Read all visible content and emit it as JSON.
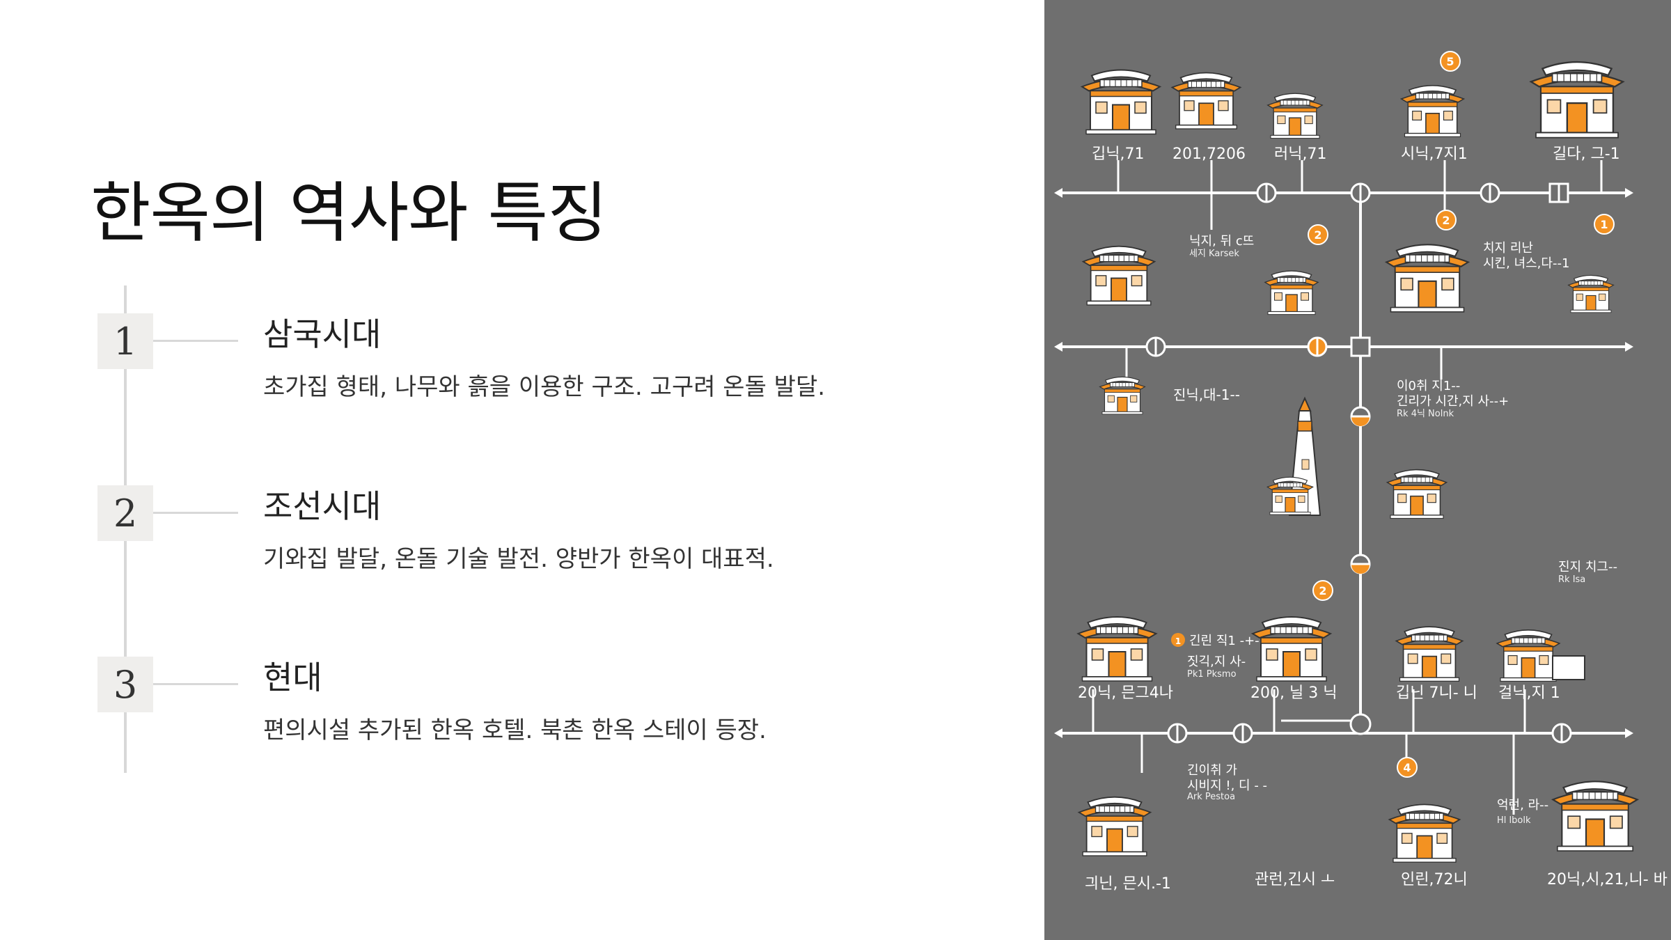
{
  "slide": {
    "title": "한옥의 역사와 특징",
    "steps": [
      {
        "number": "1",
        "heading": "삼국시대",
        "description": "초가집 형태, 나무와 흙을 이용한 구조. 고구려 온돌 발달."
      },
      {
        "number": "2",
        "heading": "조선시대",
        "description": "기와집 발달, 온돌 기술 발전. 양반가 한옥이 대표적."
      },
      {
        "number": "3",
        "heading": "현대",
        "description": "편의시설 추가된 한옥 호텔. 북촌 한옥 스테이 등장."
      }
    ]
  },
  "illustration": {
    "colors": {
      "background": "#6f6f6f",
      "accent": "#f39222",
      "line": "#ffffff"
    },
    "labels": {
      "r1": [
        "깁닉,71",
        "201,7206",
        "러닉,71",
        "시닉,7지1",
        "길다, 그-1"
      ],
      "r2": [
        "닉지, 뒤 c뜨",
        "세지 Karsek",
        "치지 리난",
        "시킨, 녀스,다--1"
      ],
      "r3": [
        "진닉,대-1--",
        "이0취 지1--",
        "긴리가 시간,지 사--+",
        "Rk 4닉 Nolnk"
      ],
      "r4": [
        "진지 치그--",
        "Rk Isa"
      ],
      "r5": [
        "긴린 직1 -+-",
        "짓긱,지 사-",
        "Pk1 Pksmo",
        "20닉, 믄그4나",
        "200, 닐 3 닉",
        "깁닌 7니- 니",
        "걸닉,지 1"
      ],
      "r6": [
        "긴이취 가",
        "시비지 !, 디 - -",
        "Ark Pestoa",
        "억런, 라--",
        "Hl lbolk"
      ],
      "r7": [
        "긔닌, 믄시.-1",
        "관런,긴시 ㅗ",
        "인린,72니",
        "20닉,시,21,니- 바"
      ]
    },
    "badges": [
      "5",
      "2",
      "2",
      "1",
      "2",
      "4",
      "1"
    ]
  }
}
